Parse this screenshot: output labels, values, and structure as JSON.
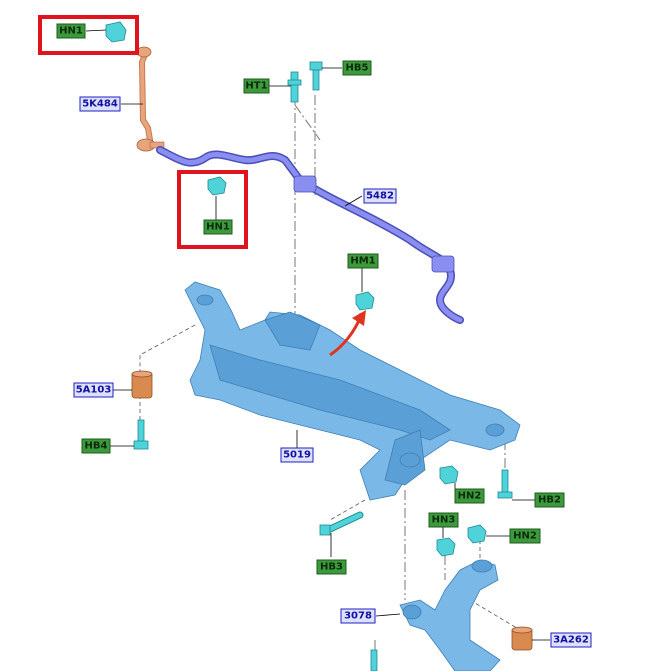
{
  "labels": {
    "hn1_top": "HN1",
    "hn1_mid": "HN1",
    "k484": "5K484",
    "ht1": "HT1",
    "hb5": "HB5",
    "p5482": "5482",
    "hm1": "HM1",
    "a103": "5A103",
    "hb4": "HB4",
    "p5019": "5019",
    "hn2_right": "HN2",
    "hb2": "HB2",
    "hn3": "HN3",
    "hn2_low": "HN2",
    "hb3": "HB3",
    "p3078": "3078",
    "a262": "3A262"
  },
  "colors": {
    "green_label_fill": "#3c9a3c",
    "green_label_border": "#1c5c1c",
    "blue_label_fill": "#dde0ff",
    "blue_label_border": "#2020c0",
    "blue_label_text": "#1010a0",
    "highlight": "#e0141e",
    "stabilizer_bar": "#7b7fe0",
    "link": "#e8a57d",
    "bushing": "#d98a4f",
    "frame": "#7ab8e8",
    "fastener": "#4fd3d9",
    "arrow": "#e0341e"
  }
}
